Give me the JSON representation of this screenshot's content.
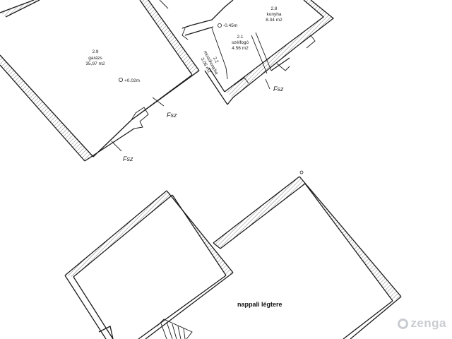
{
  "rooms": [
    {
      "number": "2.9",
      "name": "garázs",
      "area": "35,97 m2",
      "level": "+0.02m"
    },
    {
      "number": "2.8",
      "name": "konyha",
      "area": "8.34 m2"
    },
    {
      "number": "2.1",
      "name": "szélfogó",
      "area": "4.56 m2",
      "level": "-0.45m"
    },
    {
      "number": "2.2",
      "name": "mosókonyha",
      "area": "3.06 m2"
    }
  ],
  "entrances": [
    "Fsz",
    "Fsz",
    "Fsz"
  ],
  "upper_floor": {
    "void_label": "nappali légtere"
  },
  "watermark": {
    "brand": "zenga"
  }
}
